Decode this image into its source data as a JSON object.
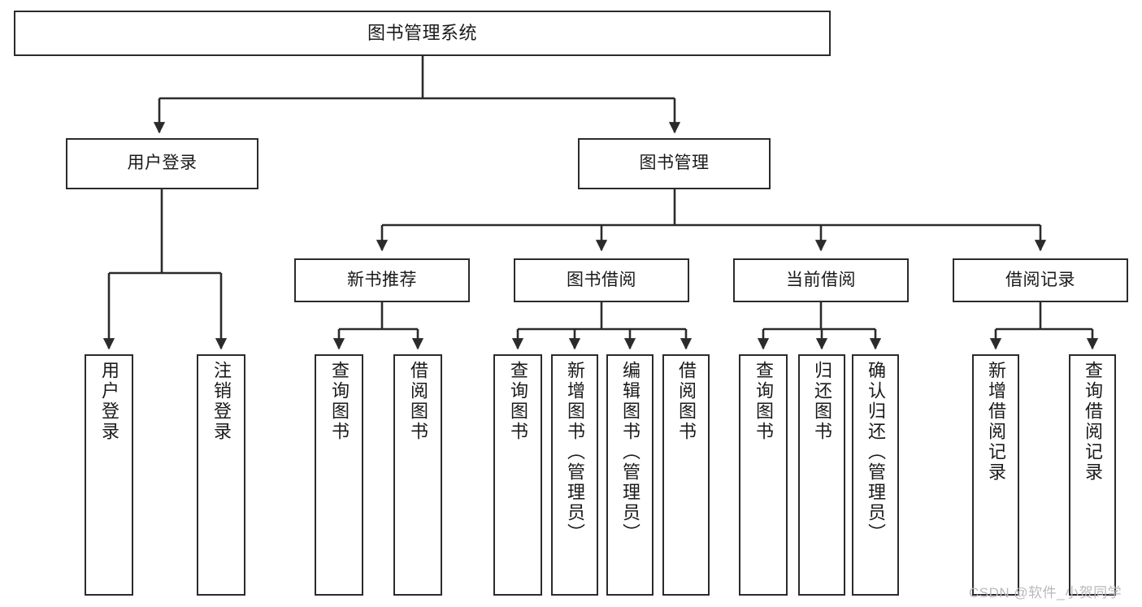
{
  "diagram": {
    "title": "图书管理系统",
    "type": "功能结构图",
    "watermark": "CSDN @软件_小贺同学",
    "colors": {
      "box_border": "#2b2b2b",
      "box_fill": "#ffffff",
      "connector": "#2b2b2b",
      "text": "#1a1a1a",
      "watermark": "#b9b9b9",
      "background": "#ffffff"
    },
    "root": {
      "label": "图书管理系统"
    },
    "level2": [
      {
        "label": "用户登录"
      },
      {
        "label": "图书管理"
      }
    ],
    "level3": [
      {
        "label": "新书推荐"
      },
      {
        "label": "图书借阅"
      },
      {
        "label": "当前借阅"
      },
      {
        "label": "借阅记录"
      }
    ],
    "leaves": {
      "user_login": [
        {
          "label": "用户登录"
        },
        {
          "label": "注销登录"
        }
      ],
      "new_book_recommend": [
        {
          "label": "查询图书"
        },
        {
          "label": "借阅图书"
        }
      ],
      "book_borrow": [
        {
          "label": "查询图书"
        },
        {
          "label": "新增图书（管理员）"
        },
        {
          "label": "编辑图书（管理员）"
        },
        {
          "label": "借阅图书"
        }
      ],
      "current_borrow": [
        {
          "label": "查询图书"
        },
        {
          "label": "归还图书"
        },
        {
          "label": "确认归还（管理员）"
        }
      ],
      "borrow_record": [
        {
          "label": "新增借阅记录"
        },
        {
          "label": "查询借阅记录"
        }
      ]
    }
  }
}
